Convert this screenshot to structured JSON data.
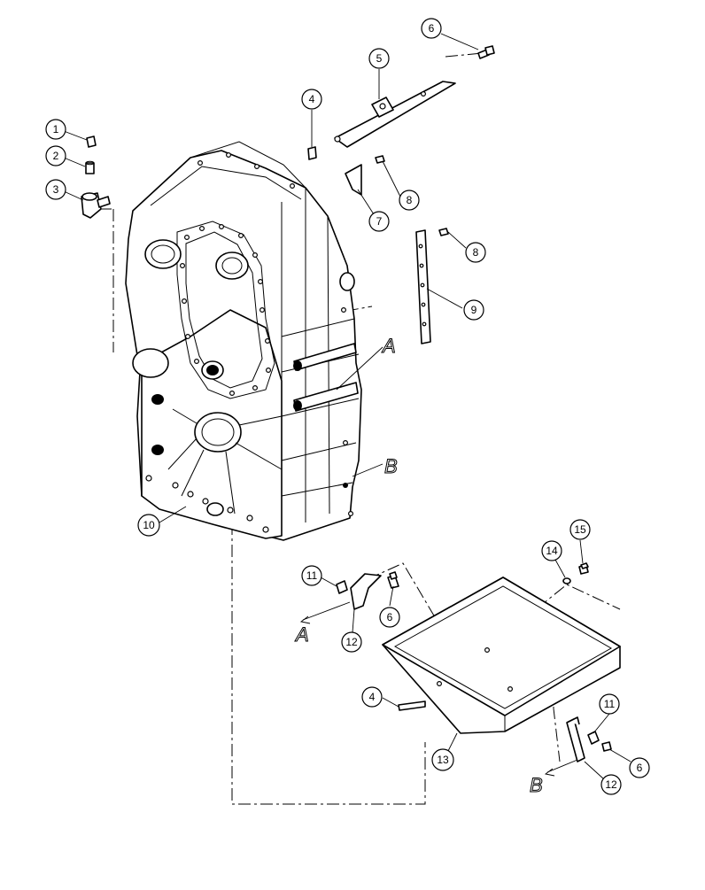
{
  "diagram": {
    "callouts": {
      "c1": "1",
      "c2": "2",
      "c3": "3",
      "c4a": "4",
      "c5": "5",
      "c6a": "6",
      "c7": "7",
      "c8a": "8",
      "c8b": "8",
      "c9": "9",
      "c10": "10",
      "c11a": "11",
      "c12a": "12",
      "c6b": "6",
      "c14": "14",
      "c15": "15",
      "c4b": "4",
      "c13": "13",
      "c11b": "11",
      "c6c": "6",
      "c12b": "12"
    },
    "refs": {
      "refA1": "A",
      "refB1": "B",
      "refA2": "A",
      "refB2": "B"
    }
  }
}
